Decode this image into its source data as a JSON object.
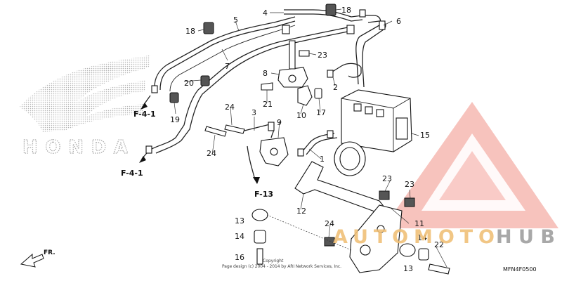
{
  "brand": {
    "logo_text": "HONDA"
  },
  "callouts": [
    {
      "id": "c1",
      "label": "1"
    },
    {
      "id": "c2",
      "label": "2"
    },
    {
      "id": "c3",
      "label": "3"
    },
    {
      "id": "c4",
      "label": "4"
    },
    {
      "id": "c5",
      "label": "5"
    },
    {
      "id": "c6",
      "label": "6"
    },
    {
      "id": "c7",
      "label": "7"
    },
    {
      "id": "c8",
      "label": "8"
    },
    {
      "id": "c9",
      "label": "9"
    },
    {
      "id": "c10",
      "label": "10"
    },
    {
      "id": "c11",
      "label": "11"
    },
    {
      "id": "c12",
      "label": "12"
    },
    {
      "id": "c13a",
      "label": "13"
    },
    {
      "id": "c13b",
      "label": "13"
    },
    {
      "id": "c14a",
      "label": "14"
    },
    {
      "id": "c14b",
      "label": "14"
    },
    {
      "id": "c15",
      "label": "15"
    },
    {
      "id": "c16",
      "label": "16"
    },
    {
      "id": "c17",
      "label": "17"
    },
    {
      "id": "c18a",
      "label": "18"
    },
    {
      "id": "c18b",
      "label": "18"
    },
    {
      "id": "c19",
      "label": "19"
    },
    {
      "id": "c20",
      "label": "20"
    },
    {
      "id": "c21",
      "label": "21"
    },
    {
      "id": "c22",
      "label": "22"
    },
    {
      "id": "c23a",
      "label": "23"
    },
    {
      "id": "c23b",
      "label": "23"
    },
    {
      "id": "c23c",
      "label": "23"
    },
    {
      "id": "c24a",
      "label": "24"
    },
    {
      "id": "c24b",
      "label": "24"
    }
  ],
  "references": {
    "f41_top": "F-4-1",
    "f41_bottom": "F-4-1",
    "f13": "F-13"
  },
  "front_marker": "FR.",
  "copyright": {
    "line1": "Copyright",
    "line2": "Page design (c) 2004 - 2014 by ARI Network Services, Inc."
  },
  "diagram_code": "MFN4F0500",
  "watermark": {
    "part1": "AUTOMOTO",
    "part2": "HUB",
    "color_primary": "#e8524a",
    "color_secondary": "#f0c078",
    "color_tertiary": "#9a9a9a"
  }
}
